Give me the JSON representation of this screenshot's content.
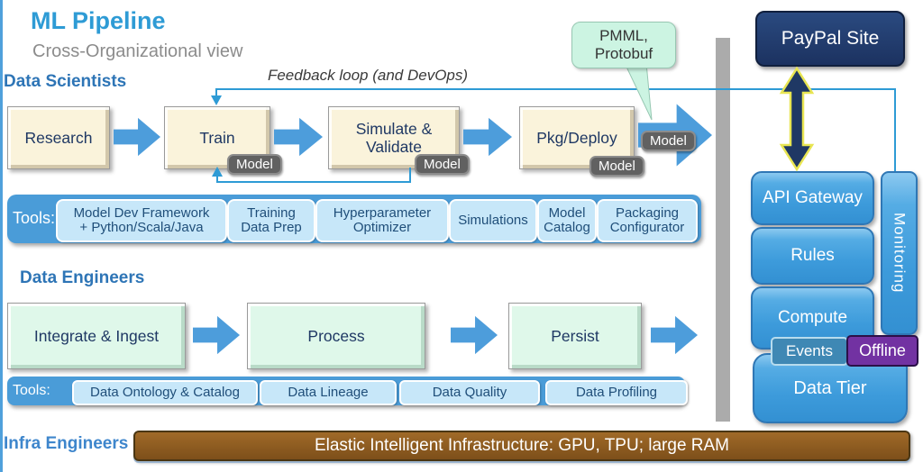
{
  "header": {
    "title": "ML Pipeline",
    "subtitle": "Cross-Organizational view"
  },
  "feedback_label": "Feedback loop (and DevOps)",
  "callout": "PMML,\nProtobuf",
  "model_badge": "Model",
  "ds": {
    "label": "Data Scientists",
    "boxes": [
      "Research",
      "Train",
      "Simulate &\nValidate",
      "Pkg/Deploy"
    ],
    "tools_label": "Tools:",
    "tools": [
      "Model Dev Framework\n+ Python/Scala/Java",
      "Training\nData Prep",
      "Hyperparameter\nOptimizer",
      "Simulations",
      "Model\nCatalog",
      "Packaging\nConfigurator"
    ]
  },
  "de": {
    "label": "Data Engineers",
    "boxes": [
      "Integrate & Ingest",
      "Process",
      "Persist"
    ],
    "tools_label": "Tools:",
    "tools": [
      "Data Ontology & Catalog",
      "Data Lineage",
      "Data Quality",
      "Data Profiling"
    ]
  },
  "right": {
    "paypal": "PayPal Site",
    "stack": [
      "API Gateway",
      "Rules",
      "Compute"
    ],
    "events": "Events",
    "offline": "Offline",
    "data_tier": "Data Tier",
    "monitoring": "Monitoring"
  },
  "infra": {
    "label": "Infra Engineers",
    "bar": "Elastic Intelligent Infrastructure: GPU, TPU; large RAM"
  },
  "colors": {
    "accent_blue": "#2E9BD5",
    "arrow_blue": "#4D9DDB",
    "navy": "#1F3864",
    "panel_blue": "#4A9CD8",
    "chip_blue": "#C7E7F9",
    "callout_mint": "#CCF4E2",
    "cream_box": "#FAF3DB",
    "mint_box": "#DFF8EA",
    "offline_purple": "#7232A2",
    "infra_brown": "#8C5B21",
    "gray_bar": "#ABABAB"
  }
}
